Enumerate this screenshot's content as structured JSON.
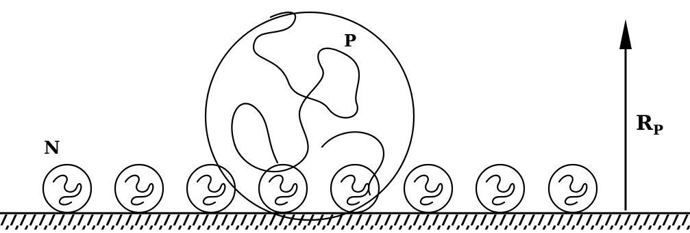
{
  "labels": {
    "small_coil": "N",
    "large_coil": "P",
    "height_main": "R",
    "height_sub": "P"
  },
  "small_coil_count": 8,
  "colors": {
    "ink": "#000000",
    "background": "#ffffff"
  }
}
